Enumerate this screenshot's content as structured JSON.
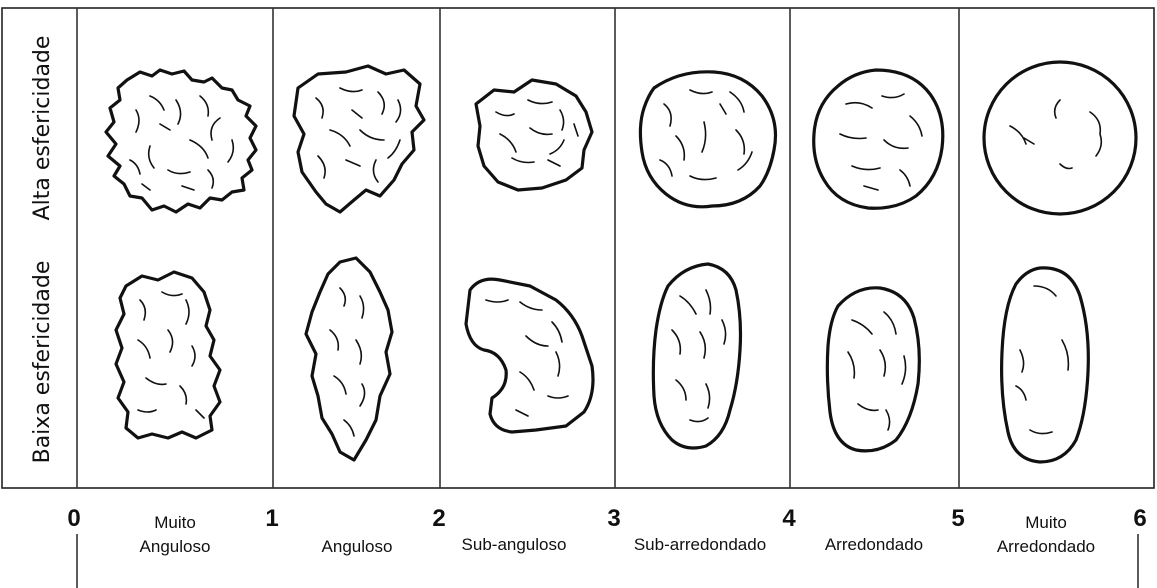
{
  "row_labels": {
    "high": "Alta esfericidade",
    "low": "Baixa esfericidade"
  },
  "scale_numbers": [
    "0",
    "1",
    "2",
    "3",
    "4",
    "5",
    "6"
  ],
  "categories": [
    {
      "line1": "Muito",
      "line2": "Anguloso"
    },
    {
      "line1": "Anguloso",
      "line2": ""
    },
    {
      "line1": "Sub-anguloso",
      "line2": ""
    },
    {
      "line1": "Sub-arredondado",
      "line2": ""
    },
    {
      "line1": "Arredondado",
      "line2": ""
    },
    {
      "line1": "Muito",
      "line2": "Arredondado"
    }
  ]
}
